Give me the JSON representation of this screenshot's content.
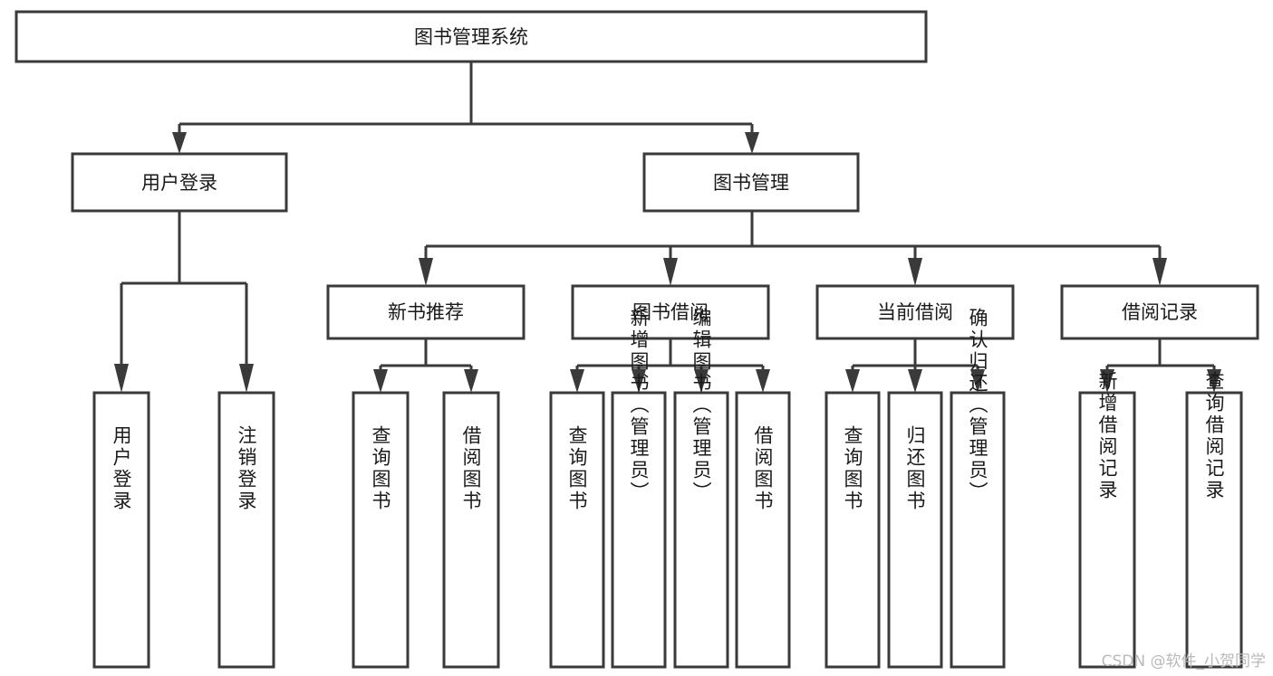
{
  "diagram": {
    "type": "tree-hierarchy",
    "title": "图书管理系统",
    "watermark": "CSDN @软件_小贺同学",
    "colors": {
      "stroke": "#3a3a3a",
      "box_fill": "#ffffff",
      "text": "#1a1a1a",
      "background": "#ffffff",
      "watermark": "#b9b9b9"
    },
    "root": {
      "id": "root",
      "label": "图书管理系统",
      "orientation": "horizontal"
    },
    "level2": [
      {
        "id": "user-login",
        "label": "用户登录",
        "orientation": "horizontal"
      },
      {
        "id": "book-manage",
        "label": "图书管理",
        "orientation": "horizontal"
      }
    ],
    "level3": [
      {
        "id": "new-book-recommend",
        "label": "新书推荐",
        "orientation": "horizontal",
        "parent": "book-manage"
      },
      {
        "id": "book-borrow",
        "label": "图书借阅",
        "orientation": "horizontal",
        "parent": "book-manage"
      },
      {
        "id": "current-borrow",
        "label": "当前借阅",
        "orientation": "horizontal",
        "parent": "book-manage"
      },
      {
        "id": "borrow-record",
        "label": "借阅记录",
        "orientation": "horizontal",
        "parent": "book-manage"
      }
    ],
    "leaves": [
      {
        "id": "leaf-user-login",
        "label": "用户登录",
        "orientation": "vertical",
        "parent": "user-login"
      },
      {
        "id": "leaf-user-logout",
        "label": "注销登录",
        "orientation": "vertical",
        "parent": "user-login"
      },
      {
        "id": "leaf-query-book-1",
        "label": "查询图书",
        "orientation": "vertical",
        "parent": "new-book-recommend"
      },
      {
        "id": "leaf-borrow-book-1",
        "label": "借阅图书",
        "orientation": "vertical",
        "parent": "new-book-recommend"
      },
      {
        "id": "leaf-query-book-2",
        "label": "查询图书",
        "orientation": "vertical",
        "parent": "book-borrow"
      },
      {
        "id": "leaf-add-book",
        "label": "新增图书（管理员）",
        "orientation": "vertical",
        "parent": "book-borrow"
      },
      {
        "id": "leaf-edit-book",
        "label": "编辑图书（管理员）",
        "orientation": "vertical",
        "parent": "book-borrow"
      },
      {
        "id": "leaf-borrow-book-2",
        "label": "借阅图书",
        "orientation": "vertical",
        "parent": "book-borrow"
      },
      {
        "id": "leaf-query-book-3",
        "label": "查询图书",
        "orientation": "vertical",
        "parent": "current-borrow"
      },
      {
        "id": "leaf-return-book",
        "label": "归还图书",
        "orientation": "vertical",
        "parent": "current-borrow"
      },
      {
        "id": "leaf-confirm-return",
        "label": "确认归还（管理员）",
        "orientation": "vertical",
        "parent": "current-borrow"
      },
      {
        "id": "leaf-add-record",
        "label": "新增借阅记录",
        "orientation": "vertical",
        "parent": "borrow-record"
      },
      {
        "id": "leaf-query-record",
        "label": "查询借阅记录",
        "orientation": "vertical",
        "parent": "borrow-record"
      }
    ]
  }
}
